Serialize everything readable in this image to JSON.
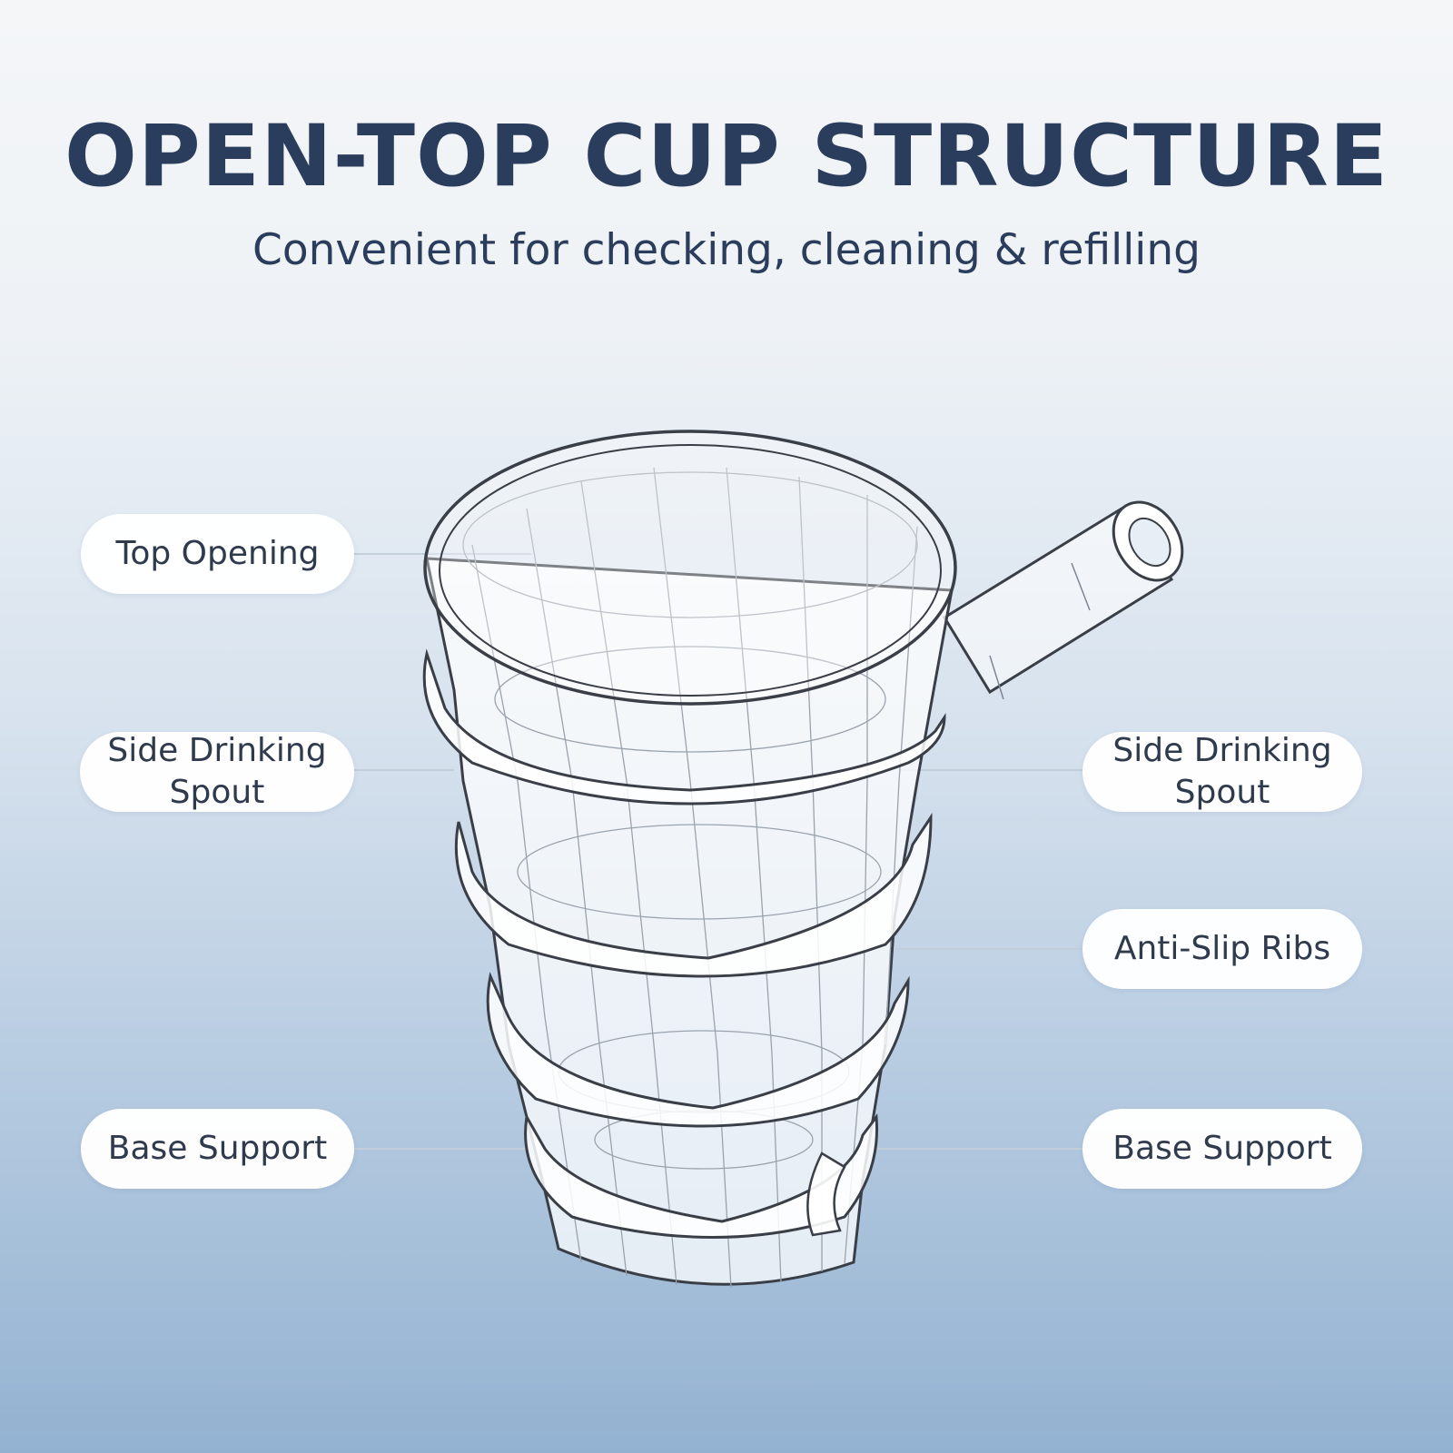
{
  "header": {
    "title": "OPEN-TOP CUP STRUCTURE",
    "subtitle": "Convenient for checking, cleaning & refilling"
  },
  "labels": {
    "top_opening": "Top Opening",
    "side_spout_left": "Side Drinking Spout",
    "side_spout_right": "Side Drinking Spout",
    "anti_slip_ribs": "Anti-Slip Ribs",
    "base_support_left": "Base Support",
    "base_support_right": "Base Support"
  },
  "colors": {
    "title": "#2b3d5c",
    "outline": "#3a3f47",
    "leader": "#c3cedb"
  }
}
